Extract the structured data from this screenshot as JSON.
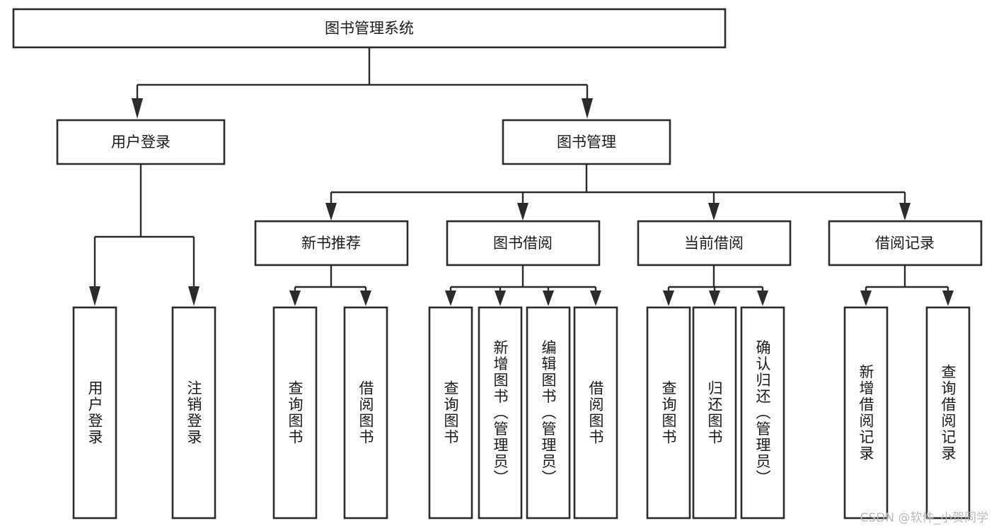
{
  "diagram": {
    "type": "tree",
    "title": "图书管理系统",
    "watermark": "CSDN @软件_小贺同学",
    "colors": {
      "box_stroke": "#2b2b2b",
      "box_fill": "#ffffff",
      "connector": "#2b2b2b",
      "text": "#1a1a1a",
      "watermark": "#b9b9b9",
      "background": "#ffffff"
    },
    "root": {
      "label": "图书管理系统"
    },
    "level2": [
      {
        "label": "用户登录"
      },
      {
        "label": "图书管理"
      }
    ],
    "level3": [
      {
        "label": "新书推荐"
      },
      {
        "label": "图书借阅"
      },
      {
        "label": "当前借阅"
      },
      {
        "label": "借阅记录"
      }
    ],
    "leaves": {
      "user_login": [
        {
          "label": "用户登录"
        },
        {
          "label": "注销登录"
        }
      ],
      "new_book_recommend": [
        {
          "label": "查询图书"
        },
        {
          "label": "借阅图书"
        }
      ],
      "book_borrow": [
        {
          "label": "查询图书"
        },
        {
          "label": "新增图书（管理员）"
        },
        {
          "label": "编辑图书（管理员）"
        },
        {
          "label": "借阅图书"
        }
      ],
      "current_borrow": [
        {
          "label": "查询图书"
        },
        {
          "label": "归还图书"
        },
        {
          "label": "确认归还（管理员）"
        }
      ],
      "borrow_record": [
        {
          "label": "新增借阅记录"
        },
        {
          "label": "查询借阅记录"
        }
      ]
    }
  }
}
